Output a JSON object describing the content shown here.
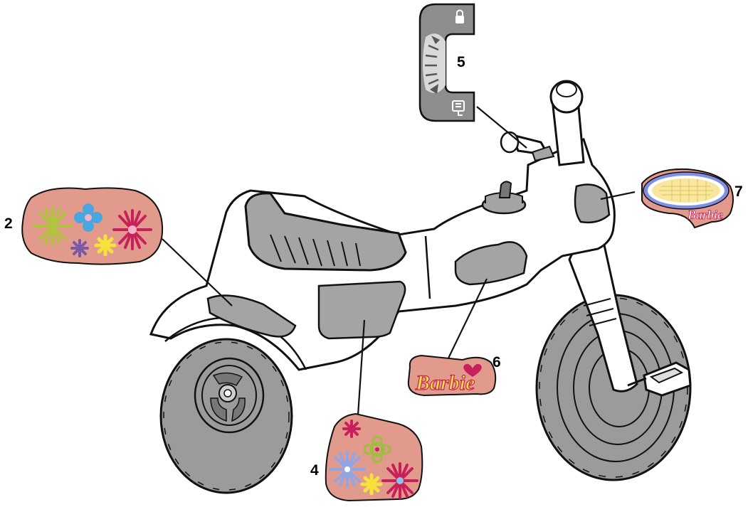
{
  "callouts": {
    "label_2": "2",
    "label_4": "4",
    "label_5": "5",
    "label_6": "6",
    "label_7": "7"
  },
  "decals": {
    "headlight_brand": "Barbie",
    "side_brand": "Barbie"
  },
  "colors": {
    "decal_pink": "#e29a8d",
    "panel_gray": "#a4a4a4",
    "tire_gray": "#9b9b9b",
    "outline": "#111111",
    "headlight_yellow": "#f7e7a0",
    "headlight_blue": "#7f8fe6"
  },
  "icons": [
    "lock-icon",
    "speedometer-icon",
    "bike-mode-icon"
  ]
}
